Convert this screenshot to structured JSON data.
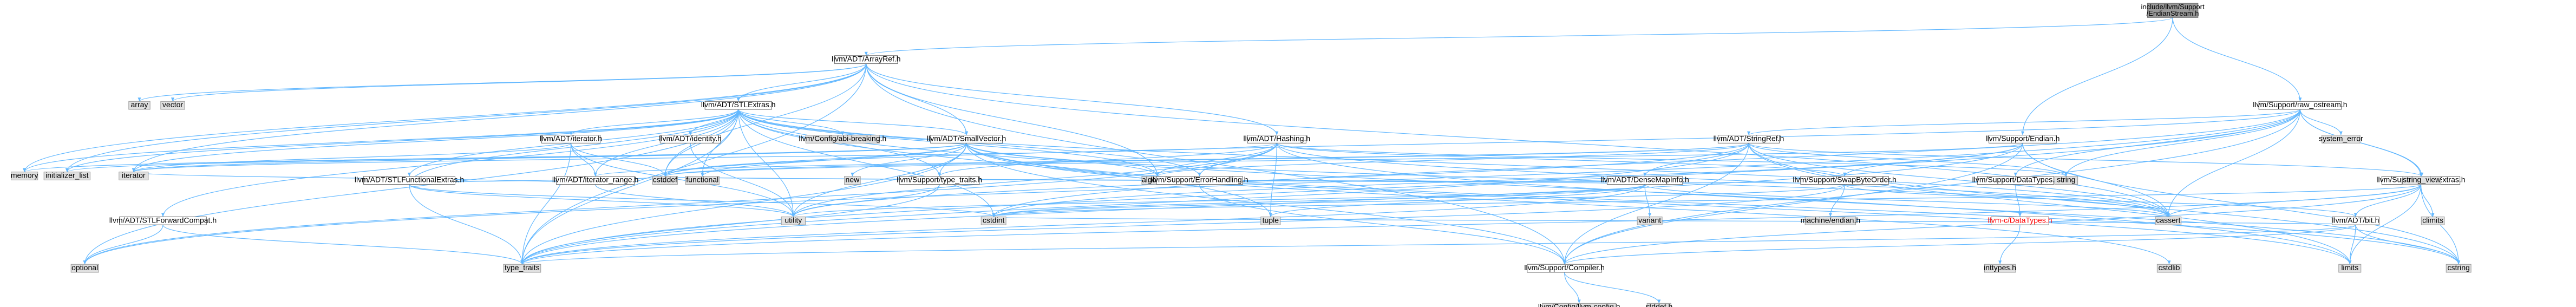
{
  "colors": {
    "root_fill": "#999999",
    "internal_fill": "#ffffff",
    "internal_stroke": "#666666",
    "external_fill": "#e0e0e0",
    "external_stroke": "#999999",
    "edge": "#63b8ff",
    "error_text": "#ff0000"
  },
  "diagram": {
    "root": "include/llvm/Support/EndianStream.h",
    "nodes": [
      {
        "id": "root",
        "lines": [
          "include/llvm/Support",
          "/EndianStream.h"
        ],
        "kind": "root"
      },
      {
        "id": "arrayref",
        "label": "llvm/ADT/ArrayRef.h",
        "kind": "internal"
      },
      {
        "id": "array",
        "label": "array",
        "kind": "external"
      },
      {
        "id": "vector",
        "label": "vector",
        "kind": "external"
      },
      {
        "id": "stlextras",
        "label": "llvm/ADT/STLExtras.h",
        "kind": "internal"
      },
      {
        "id": "configbreak",
        "label": "llvm/Config/abi-breaking.h",
        "kind": "external"
      },
      {
        "id": "iteratorh",
        "label": "llvm/ADT/iterator.h",
        "kind": "internal"
      },
      {
        "id": "identity",
        "label": "llvm/ADT/identity.h",
        "kind": "internal"
      },
      {
        "id": "smallvector",
        "label": "llvm/ADT/SmallVector.h",
        "kind": "internal"
      },
      {
        "id": "hashing",
        "label": "llvm/ADT/Hashing.h",
        "kind": "internal"
      },
      {
        "id": "stringref",
        "label": "llvm/ADT/StringRef.h",
        "kind": "internal"
      },
      {
        "id": "endian",
        "label": "llvm/Support/Endian.h",
        "kind": "internal"
      },
      {
        "id": "rawostream",
        "label": "llvm/Support/raw_ostream.h",
        "kind": "internal"
      },
      {
        "id": "systemerror",
        "label": "system_error",
        "kind": "external"
      },
      {
        "id": "mathextras",
        "label": "llvm/Support/MathExtras.h",
        "kind": "internal"
      },
      {
        "id": "memory",
        "label": "memory",
        "kind": "external"
      },
      {
        "id": "initlist",
        "label": "initializer_list",
        "kind": "external"
      },
      {
        "id": "iterator",
        "label": "iterator",
        "kind": "external"
      },
      {
        "id": "iterrange",
        "label": "llvm/ADT/iterator_range.h",
        "kind": "internal"
      },
      {
        "id": "cstddef",
        "label": "cstddef",
        "kind": "external"
      },
      {
        "id": "functional",
        "label": "functional",
        "kind": "external"
      },
      {
        "id": "new",
        "label": "new",
        "kind": "external"
      },
      {
        "id": "algorithm",
        "label": "algorithm",
        "kind": "external"
      },
      {
        "id": "stlfunc",
        "label": "llvm/ADT/STLFunctionalExtras.h",
        "kind": "internal"
      },
      {
        "id": "typetraitsh",
        "label": "llvm/Support/type_traits.h",
        "kind": "internal"
      },
      {
        "id": "errorhandling",
        "label": "llvm/Support/ErrorHandling.h",
        "kind": "internal"
      },
      {
        "id": "densemapinfo",
        "label": "llvm/ADT/DenseMapInfo.h",
        "kind": "internal"
      },
      {
        "id": "swapbyte",
        "label": "llvm/Support/SwapByteOrder.h",
        "kind": "internal"
      },
      {
        "id": "datatypes",
        "label": "llvm/Support/DataTypes.h",
        "kind": "internal"
      },
      {
        "id": "string",
        "label": "string",
        "kind": "external"
      },
      {
        "id": "stringview",
        "label": "string_view",
        "kind": "external"
      },
      {
        "id": "stlfwd",
        "label": "llvm/ADT/STLForwardCompat.h",
        "kind": "internal"
      },
      {
        "id": "cstdint",
        "label": "cstdint",
        "kind": "external"
      },
      {
        "id": "utility",
        "label": "utility",
        "kind": "external"
      },
      {
        "id": "tuple",
        "label": "tuple",
        "kind": "external"
      },
      {
        "id": "variant",
        "label": "variant",
        "kind": "external"
      },
      {
        "id": "machineendian",
        "label": "machine/endian.h",
        "kind": "external"
      },
      {
        "id": "configdatatypes",
        "label": "llvm-c/DataTypes.h",
        "kind": "internal",
        "error": true
      },
      {
        "id": "cassert",
        "label": "cassert",
        "kind": "external"
      },
      {
        "id": "bit",
        "label": "llvm/ADT/bit.h",
        "kind": "internal"
      },
      {
        "id": "climits",
        "label": "climits",
        "kind": "external"
      },
      {
        "id": "optional",
        "label": "optional",
        "kind": "external"
      },
      {
        "id": "typetraits",
        "label": "type_traits",
        "kind": "external"
      },
      {
        "id": "compiler",
        "label": "llvm/Support/Compiler.h",
        "kind": "internal"
      },
      {
        "id": "cstdlib",
        "label": "cstdlib",
        "kind": "external"
      },
      {
        "id": "inttypes",
        "label": "inttypes.h",
        "kind": "external"
      },
      {
        "id": "limits",
        "label": "limits",
        "kind": "external"
      },
      {
        "id": "cstring",
        "label": "cstring",
        "kind": "external"
      },
      {
        "id": "llvmconfig",
        "label": "llvm/Config/llvm-config.h",
        "kind": "external"
      },
      {
        "id": "stddef",
        "label": "stddef.h",
        "kind": "external"
      }
    ],
    "edges": [
      [
        "root",
        "arrayref"
      ],
      [
        "root",
        "endian"
      ],
      [
        "root",
        "rawostream"
      ],
      [
        "arrayref",
        "array"
      ],
      [
        "arrayref",
        "vector"
      ],
      [
        "arrayref",
        "stlextras"
      ],
      [
        "arrayref",
        "smallvector"
      ],
      [
        "arrayref",
        "hashing"
      ],
      [
        "arrayref",
        "memory"
      ],
      [
        "arrayref",
        "initlist"
      ],
      [
        "arrayref",
        "iterator"
      ],
      [
        "arrayref",
        "algorithm"
      ],
      [
        "arrayref",
        "cstddef"
      ],
      [
        "arrayref",
        "typetraits"
      ],
      [
        "arrayref",
        "compiler"
      ],
      [
        "arrayref",
        "cassert"
      ],
      [
        "stlextras",
        "configbreak"
      ],
      [
        "stlextras",
        "iteratorh"
      ],
      [
        "stlextras",
        "identity"
      ],
      [
        "stlextras",
        "smallvector"
      ],
      [
        "stlextras",
        "stlfunc"
      ],
      [
        "stlextras",
        "stlfwd"
      ],
      [
        "stlextras",
        "iterrange"
      ],
      [
        "stlextras",
        "typetraitsh"
      ],
      [
        "stlextras",
        "errorhandling"
      ],
      [
        "stlextras",
        "memory"
      ],
      [
        "stlextras",
        "initlist"
      ],
      [
        "stlextras",
        "iterator"
      ],
      [
        "stlextras",
        "cstddef"
      ],
      [
        "stlextras",
        "functional"
      ],
      [
        "stlextras",
        "algorithm"
      ],
      [
        "stlextras",
        "utility"
      ],
      [
        "stlextras",
        "tuple"
      ],
      [
        "stlextras",
        "cassert"
      ],
      [
        "stlextras",
        "cstdint"
      ],
      [
        "stlextras",
        "limits"
      ],
      [
        "stlextras",
        "optional"
      ],
      [
        "stlextras",
        "typetraits"
      ],
      [
        "iteratorh",
        "iterrange"
      ],
      [
        "iteratorh",
        "iterator"
      ],
      [
        "iteratorh",
        "cstddef"
      ],
      [
        "iteratorh",
        "typetraits"
      ],
      [
        "iteratorh",
        "utility"
      ],
      [
        "identity",
        "utility"
      ],
      [
        "smallvector",
        "compiler"
      ],
      [
        "smallvector",
        "typetraitsh"
      ],
      [
        "smallvector",
        "algorithm"
      ],
      [
        "smallvector",
        "cassert"
      ],
      [
        "smallvector",
        "cstddef"
      ],
      [
        "smallvector",
        "cstdlib"
      ],
      [
        "smallvector",
        "cstring"
      ],
      [
        "smallvector",
        "functional"
      ],
      [
        "smallvector",
        "initlist"
      ],
      [
        "smallvector",
        "iterator"
      ],
      [
        "smallvector",
        "limits"
      ],
      [
        "smallvector",
        "memory"
      ],
      [
        "smallvector",
        "new"
      ],
      [
        "smallvector",
        "typetraits"
      ],
      [
        "smallvector",
        "utility"
      ],
      [
        "hashing",
        "errorhandling"
      ],
      [
        "hashing",
        "swapbyte"
      ],
      [
        "hashing",
        "typetraitsh"
      ],
      [
        "hashing",
        "algorithm"
      ],
      [
        "hashing",
        "cassert"
      ],
      [
        "hashing",
        "cstring"
      ],
      [
        "hashing",
        "optional"
      ],
      [
        "hashing",
        "string"
      ],
      [
        "hashing",
        "tuple"
      ],
      [
        "hashing",
        "utility"
      ],
      [
        "hashing",
        "iterator"
      ],
      [
        "stringref",
        "densemapinfo"
      ],
      [
        "stringref",
        "iterrange"
      ],
      [
        "stringref",
        "compiler"
      ],
      [
        "stringref",
        "algorithm"
      ],
      [
        "stringref",
        "cassert"
      ],
      [
        "stringref",
        "cstddef"
      ],
      [
        "stringref",
        "cstring"
      ],
      [
        "stringref",
        "limits"
      ],
      [
        "stringref",
        "string"
      ],
      [
        "stringref",
        "stringview"
      ],
      [
        "stringref",
        "typetraits"
      ],
      [
        "stringref",
        "utility"
      ],
      [
        "endian",
        "swapbyte"
      ],
      [
        "endian",
        "compiler"
      ],
      [
        "endian",
        "cassert"
      ],
      [
        "endian",
        "cstddef"
      ],
      [
        "endian",
        "cstdint"
      ],
      [
        "endian",
        "cstring"
      ],
      [
        "endian",
        "typetraits"
      ],
      [
        "rawostream",
        "stringref"
      ],
      [
        "rawostream",
        "datatypes"
      ],
      [
        "rawostream",
        "systemerror"
      ],
      [
        "rawostream",
        "cassert"
      ],
      [
        "rawostream",
        "cstddef"
      ],
      [
        "rawostream",
        "cstdint"
      ],
      [
        "rawostream",
        "string"
      ],
      [
        "rawostream",
        "stringview"
      ],
      [
        "rawostream",
        "typetraits"
      ],
      [
        "rawostream",
        "optional"
      ],
      [
        "rawostream",
        "compiler"
      ],
      [
        "mathextras",
        "bit"
      ],
      [
        "mathextras",
        "compiler"
      ],
      [
        "mathextras",
        "cassert"
      ],
      [
        "mathextras",
        "climits"
      ],
      [
        "mathextras",
        "cstdint"
      ],
      [
        "mathextras",
        "cstring"
      ],
      [
        "mathextras",
        "limits"
      ],
      [
        "mathextras",
        "typetraits"
      ],
      [
        "iterrange",
        "utility"
      ],
      [
        "iterrange",
        "iterator"
      ],
      [
        "stlfunc",
        "stlextras"
      ],
      [
        "stlfunc",
        "cstddef"
      ],
      [
        "stlfunc",
        "cstdint"
      ],
      [
        "stlfunc",
        "typetraits"
      ],
      [
        "stlfunc",
        "utility"
      ],
      [
        "typetraitsh",
        "typetraits"
      ],
      [
        "typetraitsh",
        "utility"
      ],
      [
        "errorhandling",
        "compiler"
      ],
      [
        "densemapinfo",
        "cassert"
      ],
      [
        "densemapinfo",
        "cstddef"
      ],
      [
        "densemapinfo",
        "cstdint"
      ],
      [
        "densemapinfo",
        "tuple"
      ],
      [
        "densemapinfo",
        "typetraits"
      ],
      [
        "densemapinfo",
        "utility"
      ],
      [
        "densemapinfo",
        "variant"
      ],
      [
        "swapbyte",
        "bit"
      ],
      [
        "swapbyte",
        "cstddef"
      ],
      [
        "swapbyte",
        "cstdint"
      ],
      [
        "swapbyte",
        "typetraits"
      ],
      [
        "swapbyte",
        "machineendian"
      ],
      [
        "datatypes",
        "configdatatypes"
      ],
      [
        "configdatatypes",
        "inttypes"
      ],
      [
        "stlfwd",
        "optional"
      ],
      [
        "stlfwd",
        "typetraits"
      ],
      [
        "bit",
        "compiler"
      ],
      [
        "bit",
        "cstdint"
      ],
      [
        "bit",
        "limits"
      ],
      [
        "bit",
        "typetraits"
      ],
      [
        "bit",
        "cstring"
      ],
      [
        "compiler",
        "llvmconfig"
      ],
      [
        "compiler",
        "stddef"
      ],
      [
        "rawostream",
        "mathextras"
      ]
    ]
  }
}
